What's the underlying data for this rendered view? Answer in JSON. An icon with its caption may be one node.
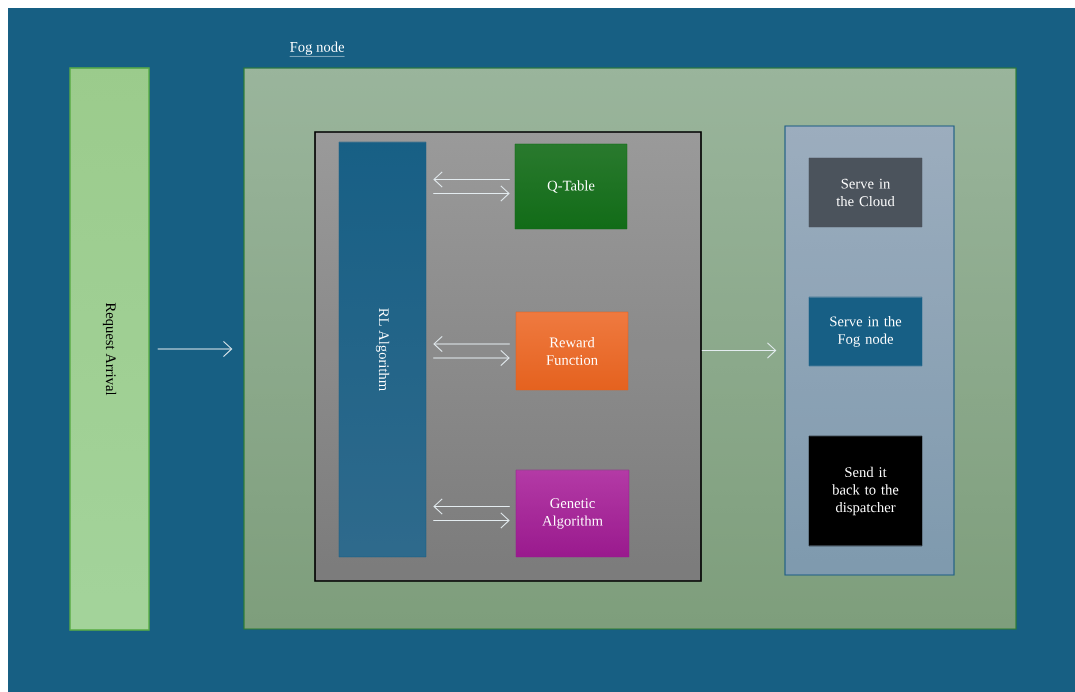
{
  "diagram": {
    "nodes": [
      {
        "text": [
          "Request Arrival"
        ]
      },
      {
        "text": [
          "Fog node"
        ]
      },
      {
        "text": [],
        "shape": "box",
        "in": 1
      },
      {
        "text": [
          "RL Algorithm"
        ],
        "in": 2
      },
      {
        "text": [
          "Q-Table"
        ],
        "in": 2
      },
      {
        "text": [
          "Reward Function"
        ],
        "in": 2
      },
      {
        "text": [
          "Genetic Algorithm"
        ],
        "in": 2
      },
      {
        "text": [],
        "shape": "box",
        "in": 1
      },
      {
        "text": [
          "Serve in the Cloud"
        ],
        "in": 7
      },
      {
        "text": [
          "Serve in the Fog node"
        ],
        "in": 7
      },
      {
        "text": [
          "Send it back to the dispatcher"
        ],
        "in": 7
      }
    ],
    "edges": [
      {
        "from": 0,
        "to": 1,
        "arrow": "to"
      },
      {
        "from": 4,
        "to": 3,
        "arrow": "to"
      },
      {
        "from": 3,
        "to": 4,
        "arrow": "to"
      },
      {
        "from": 5,
        "to": 3,
        "arrow": "to"
      },
      {
        "from": 3,
        "to": 5,
        "arrow": "to"
      },
      {
        "from": 6,
        "to": 3,
        "arrow": "to"
      },
      {
        "from": 3,
        "to": 6,
        "arrow": "to"
      },
      {
        "from": 2,
        "to": 7,
        "arrow": "to"
      }
    ]
  }
}
